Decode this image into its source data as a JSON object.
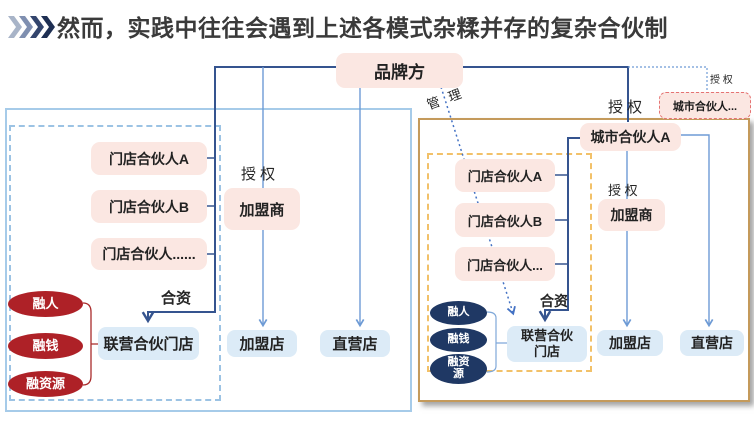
{
  "title": "然而，实践中往往会遇到上述各模式杂糅并存的复杂合伙制",
  "brand_box": "品牌方",
  "city_partner_more": "城市合伙人...",
  "edge_labels": {
    "manage": "管 理",
    "authorize_top_right": "授 权",
    "authorize_city_more": "授 权",
    "authorize_left": "授 权",
    "authorize_right": "授 权",
    "joint_left": "合资",
    "joint_right": "合资"
  },
  "left_group": {
    "store_partners": [
      "门店合伙人A",
      "门店合伙人B",
      "门店合伙人......"
    ],
    "franchisor": "加盟商",
    "joint_store": "联营合伙门店",
    "franchise_store": "加盟店",
    "direct_store": "直营店",
    "fusion": [
      "融人",
      "融钱",
      "融资源"
    ]
  },
  "right_group": {
    "city_partner": "城市合伙人A",
    "store_partners": [
      "门店合伙人A",
      "门店合伙人B",
      "门店合伙人..."
    ],
    "franchisor": "加盟商",
    "joint_store": "联营合伙门店",
    "franchise_store": "加盟店",
    "direct_store": "直营店",
    "fusion": [
      "融人",
      "融钱",
      "融资源"
    ]
  },
  "colors": {
    "pink_box_fill": "#FBE7E2",
    "blue_box_fill": "#DCEBF7",
    "red_ellipse": "#AE2127",
    "navy_ellipse": "#1F3864",
    "left_container_border": "#A6CBE9",
    "left_inner_dashed_border": "#9CC3E4",
    "right_container_border": "#C49A5B",
    "right_inner_dashed_border": "#F2C169",
    "city_more_dashed_border": "#E57373",
    "dark_connector": "#35548F",
    "light_connector": "#6E9BD5",
    "dotted_connector": "#4472C4",
    "chevron_colors": [
      "#A8B4C8",
      "#7F8FB0",
      "#33456D",
      "#1E2F53"
    ],
    "title_text": "#3A3A3A"
  }
}
